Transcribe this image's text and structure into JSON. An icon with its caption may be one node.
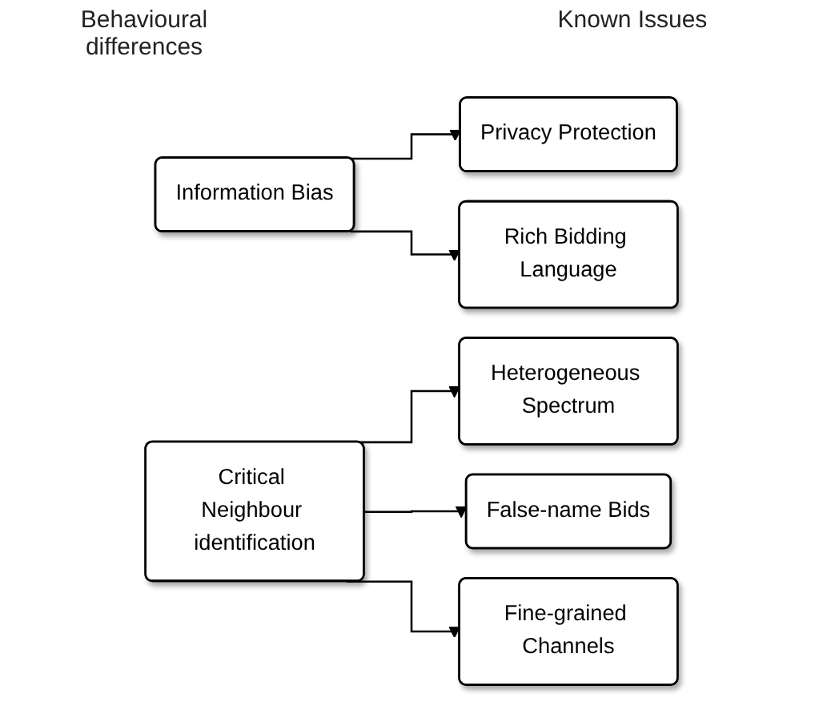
{
  "diagram": {
    "nodes": [
      {
        "text": [
          "Information Bias"
        ]
      },
      {
        "text": [
          "Privacy Protection"
        ]
      },
      {
        "text": [
          "Rich Bidding Language"
        ]
      },
      {
        "text": [
          "Critical Neighbour identification"
        ]
      },
      {
        "text": [
          "Heterogeneous Spectrum"
        ]
      },
      {
        "text": [
          "False-name Bids"
        ]
      },
      {
        "text": [
          "Fine-grained Channels"
        ]
      }
    ],
    "edges": [
      {
        "from": 0,
        "to": 1,
        "arrow": "to"
      },
      {
        "from": 0,
        "to": 2,
        "arrow": "to"
      },
      {
        "from": 3,
        "to": 4,
        "arrow": "to"
      },
      {
        "from": 3,
        "to": 5,
        "arrow": "to"
      },
      {
        "from": 3,
        "to": 6,
        "arrow": "to"
      }
    ],
    "labels": [
      "Behavioural differences",
      "Known Issues"
    ]
  }
}
